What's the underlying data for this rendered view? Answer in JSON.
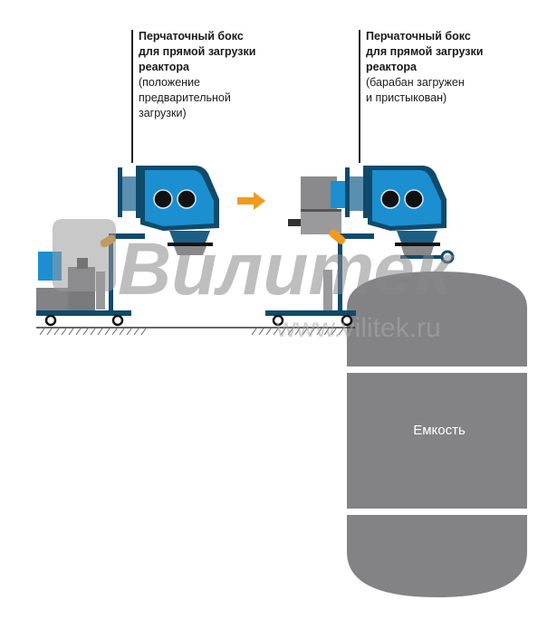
{
  "captions": [
    {
      "title": [
        "Перчаточный бокс",
        "для прямой загрузки",
        "реактора"
      ],
      "note": [
        "(положение",
        "предварительной",
        "загрузки)"
      ]
    },
    {
      "title": [
        "Перчаточный бокс",
        "для прямой загрузки",
        "реактора"
      ],
      "note": [
        "(барабан загружен",
        "и пристыкован)"
      ]
    }
  ],
  "vessel_label": "Емкость",
  "watermark": {
    "logo": "Вилитек",
    "url": "www.vilitek.ru"
  },
  "colors": {
    "box_blue": "#1b8fd0",
    "frame_navy": "#0f4a6b",
    "gray": "#8a8a8c",
    "arrow_orange": "#f29a1c"
  }
}
